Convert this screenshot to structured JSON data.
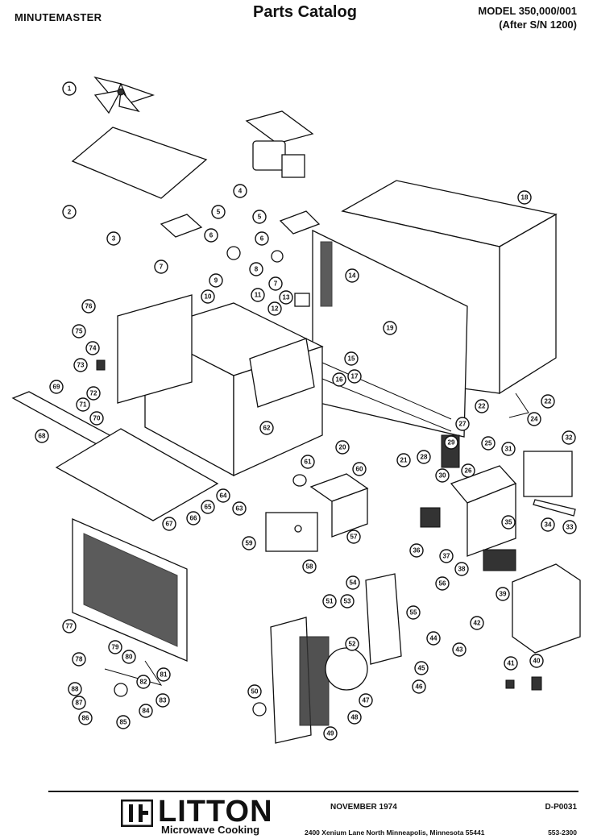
{
  "header": {
    "brand": "MINUTEMASTER",
    "title": "Parts Catalog",
    "model": "MODEL 350,000/001",
    "serial": "(After S/N 1200)"
  },
  "footer": {
    "logo_name": "LITTON",
    "logo_sub": "Microwave Cooking",
    "date": "NOVEMBER 1974",
    "doc_code": "D-P0031",
    "address": "2400 Xenium Lane North  Minneapolis, Minnesota 55441",
    "phone": "553-2300"
  },
  "callouts": [
    {
      "id": "c1",
      "label": "1"
    },
    {
      "id": "c2",
      "label": "2"
    },
    {
      "id": "c3",
      "label": "3"
    },
    {
      "id": "c4",
      "label": "4"
    },
    {
      "id": "c5a",
      "label": "5"
    },
    {
      "id": "c5b",
      "label": "5"
    },
    {
      "id": "c6a",
      "label": "6"
    },
    {
      "id": "c6b",
      "label": "6"
    },
    {
      "id": "c7a",
      "label": "7"
    },
    {
      "id": "c7b",
      "label": "7"
    },
    {
      "id": "c8",
      "label": "8"
    },
    {
      "id": "c9",
      "label": "9"
    },
    {
      "id": "c10",
      "label": "10"
    },
    {
      "id": "c11",
      "label": "11"
    },
    {
      "id": "c12",
      "label": "12"
    },
    {
      "id": "c13",
      "label": "13"
    },
    {
      "id": "c14",
      "label": "14"
    },
    {
      "id": "c15",
      "label": "15"
    },
    {
      "id": "c16",
      "label": "16"
    },
    {
      "id": "c17",
      "label": "17"
    },
    {
      "id": "c18",
      "label": "18"
    },
    {
      "id": "c19",
      "label": "19"
    },
    {
      "id": "c20",
      "label": "20"
    },
    {
      "id": "c21",
      "label": "21"
    },
    {
      "id": "c22a",
      "label": "22"
    },
    {
      "id": "c22b",
      "label": "22"
    },
    {
      "id": "c24",
      "label": "24"
    },
    {
      "id": "c25",
      "label": "25"
    },
    {
      "id": "c26",
      "label": "26"
    },
    {
      "id": "c27",
      "label": "27"
    },
    {
      "id": "c28",
      "label": "28"
    },
    {
      "id": "c29",
      "label": "29"
    },
    {
      "id": "c30",
      "label": "30"
    },
    {
      "id": "c31",
      "label": "31"
    },
    {
      "id": "c32",
      "label": "32"
    },
    {
      "id": "c33",
      "label": "33"
    },
    {
      "id": "c34",
      "label": "34"
    },
    {
      "id": "c35",
      "label": "35"
    },
    {
      "id": "c36",
      "label": "36"
    },
    {
      "id": "c37",
      "label": "37"
    },
    {
      "id": "c38",
      "label": "38"
    },
    {
      "id": "c39",
      "label": "39"
    },
    {
      "id": "c40",
      "label": "40"
    },
    {
      "id": "c41",
      "label": "41"
    },
    {
      "id": "c42",
      "label": "42"
    },
    {
      "id": "c43",
      "label": "43"
    },
    {
      "id": "c44",
      "label": "44"
    },
    {
      "id": "c45",
      "label": "45"
    },
    {
      "id": "c46",
      "label": "46"
    },
    {
      "id": "c47",
      "label": "47"
    },
    {
      "id": "c48",
      "label": "48"
    },
    {
      "id": "c49",
      "label": "49"
    },
    {
      "id": "c50",
      "label": "50"
    },
    {
      "id": "c51",
      "label": "51"
    },
    {
      "id": "c52",
      "label": "52"
    },
    {
      "id": "c53",
      "label": "53"
    },
    {
      "id": "c54",
      "label": "54"
    },
    {
      "id": "c55",
      "label": "55"
    },
    {
      "id": "c56",
      "label": "56"
    },
    {
      "id": "c57",
      "label": "57"
    },
    {
      "id": "c58",
      "label": "58"
    },
    {
      "id": "c59",
      "label": "59"
    },
    {
      "id": "c60",
      "label": "60"
    },
    {
      "id": "c61",
      "label": "61"
    },
    {
      "id": "c62",
      "label": "62"
    },
    {
      "id": "c63",
      "label": "63"
    },
    {
      "id": "c64",
      "label": "64"
    },
    {
      "id": "c65",
      "label": "65"
    },
    {
      "id": "c66",
      "label": "66"
    },
    {
      "id": "c67",
      "label": "67"
    },
    {
      "id": "c68",
      "label": "68"
    },
    {
      "id": "c69",
      "label": "69"
    },
    {
      "id": "c70",
      "label": "70"
    },
    {
      "id": "c71",
      "label": "71"
    },
    {
      "id": "c72",
      "label": "72"
    },
    {
      "id": "c73",
      "label": "73"
    },
    {
      "id": "c74",
      "label": "74"
    },
    {
      "id": "c75",
      "label": "75"
    },
    {
      "id": "c76",
      "label": "76"
    },
    {
      "id": "c77",
      "label": "77"
    },
    {
      "id": "c78",
      "label": "78"
    },
    {
      "id": "c79",
      "label": "79"
    },
    {
      "id": "c80",
      "label": "80"
    },
    {
      "id": "c81",
      "label": "81"
    },
    {
      "id": "c82",
      "label": "82"
    },
    {
      "id": "c83",
      "label": "83"
    },
    {
      "id": "c84",
      "label": "84"
    },
    {
      "id": "c85",
      "label": "85"
    },
    {
      "id": "c86",
      "label": "86"
    },
    {
      "id": "c87",
      "label": "87"
    },
    {
      "id": "c88",
      "label": "88"
    }
  ]
}
